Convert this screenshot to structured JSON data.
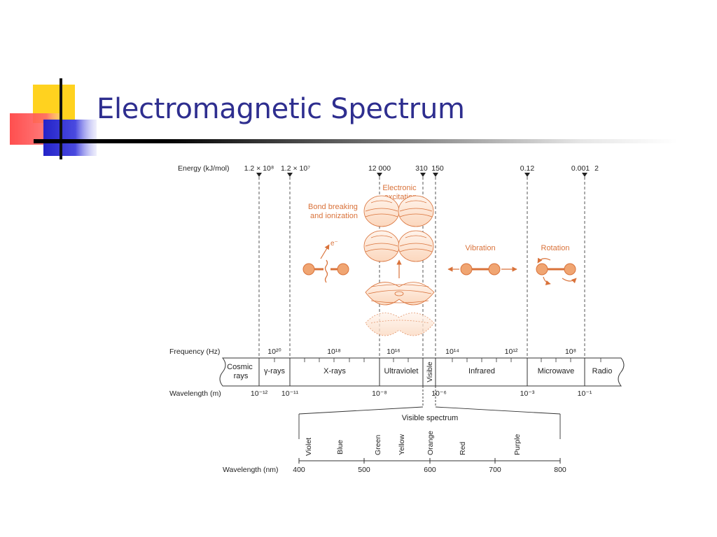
{
  "slide": {
    "title": "Electromagnetic Spectrum"
  },
  "energy": {
    "label": "Energy (kJ/mol)",
    "ticks": [
      "1.2 × 10⁸",
      "1.2 × 10⁷",
      "12 000",
      "310",
      "150",
      "0.12",
      "0.001",
      "2"
    ]
  },
  "processes": {
    "bond_breaking": [
      "Bond breaking",
      "and ionization"
    ],
    "electron_symbol": "e⁻",
    "electronic_excitation": [
      "Electronic",
      "excitation"
    ],
    "vibration": "Vibration",
    "rotation": "Rotation"
  },
  "frequency": {
    "label": "Frequency (Hz)",
    "ticks": [
      "10²⁰",
      "10¹⁸",
      "10¹⁶",
      "10¹⁴",
      "10¹²",
      "10⁸"
    ]
  },
  "regions": {
    "cosmic": [
      "Cosmic",
      "rays"
    ],
    "gamma": "γ-rays",
    "xrays": "X-rays",
    "ultraviolet": "Ultraviolet",
    "visible": "Visible",
    "infrared": "Infrared",
    "microwave": "Microwave",
    "radio": "Radio"
  },
  "wavelength_m": {
    "label": "Wavelength (m)",
    "ticks": [
      "10⁻¹²",
      "10⁻¹¹",
      "10⁻⁸",
      "10⁻⁶",
      "10⁻³",
      "10⁻¹"
    ]
  },
  "visible_spectrum": {
    "title": "Visible spectrum",
    "colors": [
      "Violet",
      "Blue",
      "Green",
      "Yellow",
      "Orange",
      "Red",
      "Purple"
    ],
    "axis_label": "Wavelength (nm)",
    "axis_ticks": [
      "400",
      "500",
      "600",
      "700",
      "800"
    ]
  },
  "theme": {
    "title_color": "#2e2e8f",
    "accent_orange": "#d9723a",
    "logo_yellow": "#ffd21f",
    "logo_red": "#ff3b3b",
    "logo_blue": "#2323c8"
  }
}
